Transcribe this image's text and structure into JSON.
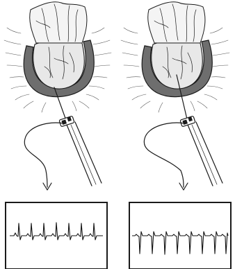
{
  "panels": [
    {
      "id": "left",
      "rhythm": "regular-spike-trace"
    },
    {
      "id": "right",
      "rhythm": "inverted-spike-trace"
    }
  ],
  "colors": {
    "ink": "#1a1a1a",
    "sac": "#6e6e6e",
    "paper": "#ffffff"
  }
}
